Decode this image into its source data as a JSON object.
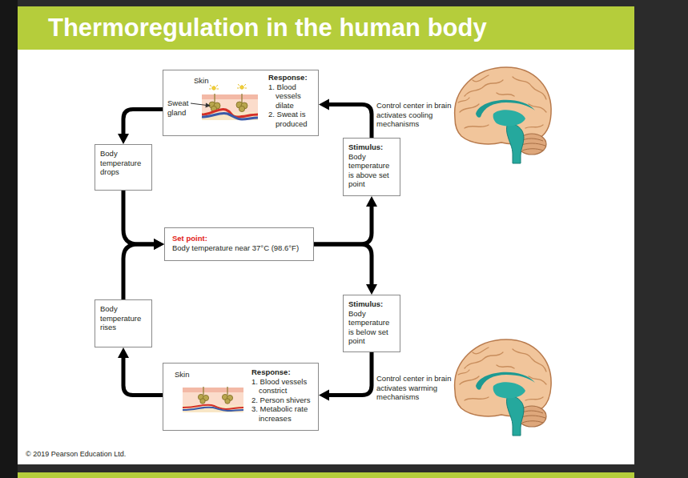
{
  "diagram": {
    "title": "Thermoregulation in the human body",
    "nodes": [
      {
        "text": [
          "Skin",
          "Sweat gland",
          "Response:",
          "1. Blood vessels dilate",
          "2. Sweat is produced"
        ]
      },
      {
        "text": [
          "Body temperature drops"
        ]
      },
      {
        "text": [
          "Stimulus:",
          "Body temperature is above set point"
        ]
      },
      {
        "text": [
          "Set point:",
          "Body temperature near 37°C (98.6°F)"
        ]
      },
      {
        "text": [
          "Body temperature rises"
        ]
      },
      {
        "text": [
          "Stimulus:",
          "Body temperature is below set point"
        ]
      },
      {
        "text": [
          "Skin",
          "Response:",
          "1. Blood vessels constrict",
          "2. Person shivers",
          "3. Metabolic rate increases"
        ]
      }
    ],
    "edges": [
      {
        "from": 3,
        "to": 2,
        "arrow": "to"
      },
      {
        "from": 2,
        "to": 0,
        "arrow": "to"
      },
      {
        "from": 0,
        "to": 1,
        "arrow": "to"
      },
      {
        "from": 1,
        "to": 3,
        "arrow": "to"
      },
      {
        "from": 3,
        "to": 5,
        "arrow": "to"
      },
      {
        "from": 5,
        "to": 6,
        "arrow": "to"
      },
      {
        "from": 6,
        "to": 4,
        "arrow": "to"
      },
      {
        "from": 4,
        "to": 3,
        "arrow": "to"
      }
    ],
    "labels": [
      "Control center in brain activates cooling mechanisms",
      "Control center in brain activates warming mechanisms",
      "© 2019 Pearson Education Ltd."
    ]
  }
}
